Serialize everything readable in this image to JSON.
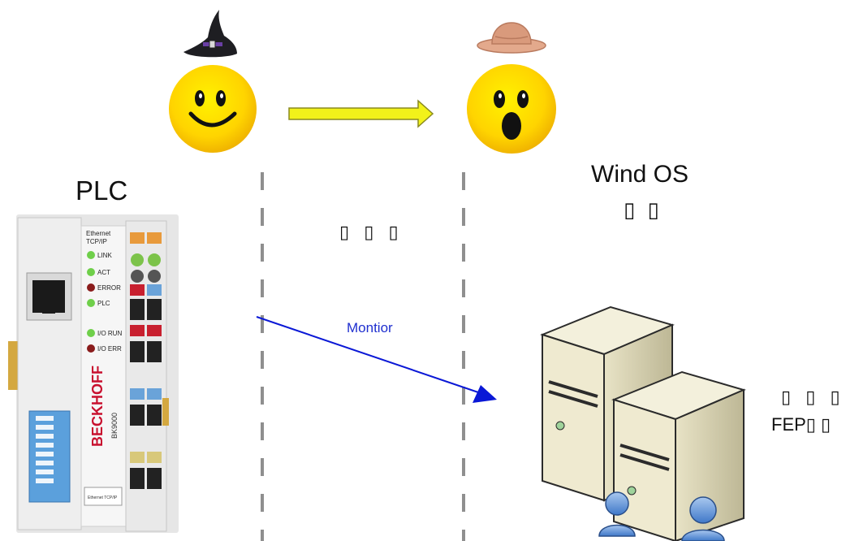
{
  "labels": {
    "plc": "PLC",
    "wind_os": "Wind OS",
    "wind_os_sub": "▯ ▯",
    "middle_text": "▯ ▯ ▯",
    "montior": "Montior",
    "fep_line1": "▯ ▯ ▯",
    "fep_line2": "FEP▯ ▯"
  },
  "device_text": {
    "brand": "BECKHOFF",
    "model": "BK9000",
    "ethernet": "Ethernet TCP/IP",
    "leds": [
      "LINK",
      "ACT",
      "ERROR",
      "PLC",
      "I/O RUN",
      "I/O ERR"
    ],
    "bottom": "Ethernet TCP/IP"
  },
  "icons": {
    "left_face": "smiley-wizard-hat-icon",
    "right_face": "surprised-face-cowboy-hat-icon",
    "arrow": "yellow-arrow-icon",
    "servers": "server-tower-icon"
  },
  "colors": {
    "arrow_fill": "#f2f21a",
    "monitor_line": "#0a18d6",
    "face_yellow": "#ffd600",
    "dashed_line": "#888888"
  }
}
